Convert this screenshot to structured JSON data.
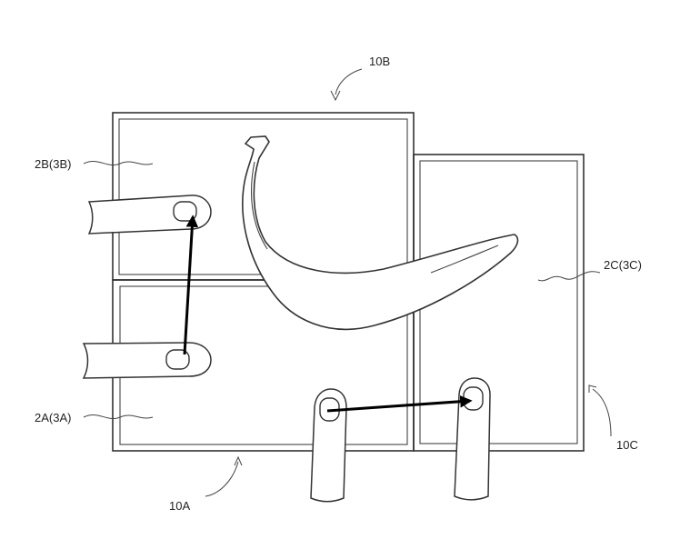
{
  "labels": {
    "device_b": "10B",
    "device_a": "10A",
    "device_c": "10C",
    "screen_b": "2B(3B)",
    "screen_a": "2A(3A)",
    "screen_c": "2C(3C)"
  }
}
